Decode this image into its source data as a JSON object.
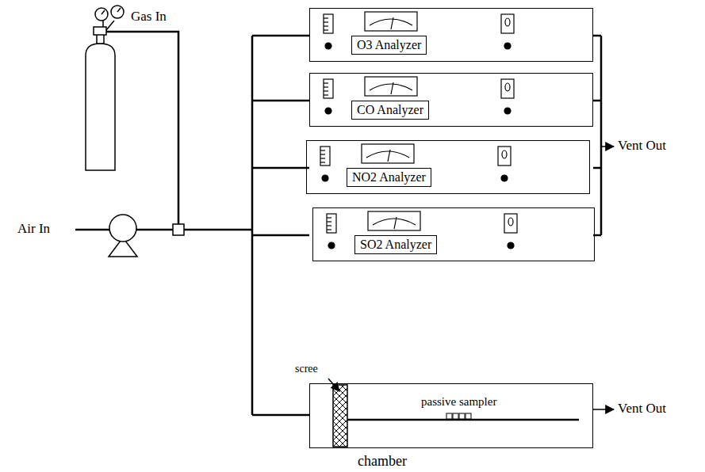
{
  "diagram": {
    "nodes": [
      {
        "text": [
          "O3 Analyzer"
        ]
      },
      {
        "text": [
          "CO Analyzer"
        ]
      },
      {
        "text": [
          "NO2 Analyzer"
        ]
      },
      {
        "text": [
          "SO2 Analyzer"
        ]
      },
      {
        "text": [
          "passive sampler",
          "chamber"
        ]
      }
    ],
    "labels": [
      "Gas In",
      "Air In",
      "Vent Out",
      "Vent Out",
      "scree"
    ]
  }
}
